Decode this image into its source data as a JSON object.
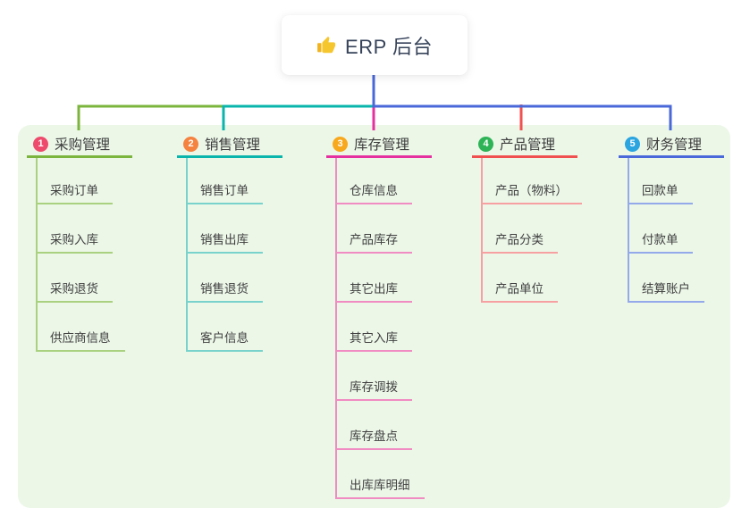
{
  "root": {
    "title": "ERP 后台",
    "icon": "thumbs-up-icon",
    "icon_color": "#f2b31c",
    "title_color": "#36435a"
  },
  "canvas": {
    "panel_bg": "#ecf7e8",
    "page_bg": "#ffffff",
    "root_connector_color": "#4a68d9"
  },
  "branches": [
    {
      "number": "1",
      "label": "采购管理",
      "badge_color": "#ee4b6c",
      "line_color": "#7cb53d",
      "light_line_color": "#a9d17f",
      "children": [
        "采购订单",
        "采购入库",
        "采购退货",
        "供应商信息"
      ]
    },
    {
      "number": "2",
      "label": "销售管理",
      "badge_color": "#f5823f",
      "line_color": "#0ab5ac",
      "light_line_color": "#79d2cb",
      "children": [
        "销售订单",
        "销售出库",
        "销售退货",
        "客户信息"
      ]
    },
    {
      "number": "3",
      "label": "库存管理",
      "badge_color": "#f8a81d",
      "line_color": "#e5309f",
      "light_line_color": "#f08cc2",
      "children": [
        "仓库信息",
        "产品库存",
        "其它出库",
        "其它入库",
        "库存调拨",
        "库存盘点",
        "出库库明细"
      ]
    },
    {
      "number": "4",
      "label": "产品管理",
      "badge_color": "#2eb457",
      "line_color": "#f0504f",
      "light_line_color": "#f7a0a2",
      "children": [
        "产品（物料）",
        "产品分类",
        "产品单位"
      ]
    },
    {
      "number": "5",
      "label": "财务管理",
      "badge_color": "#2ba5e0",
      "line_color": "#4a68d9",
      "light_line_color": "#93a9e9",
      "children": [
        "回款单",
        "付款单",
        "结算账户"
      ]
    }
  ]
}
